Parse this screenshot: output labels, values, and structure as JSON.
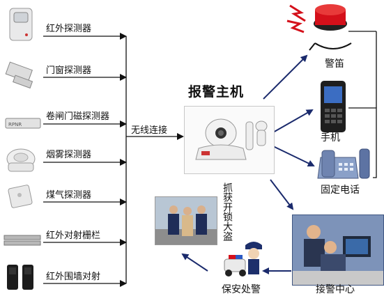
{
  "sensors": [
    {
      "label": "红外探测器",
      "icon": "pir-sensor-icon"
    },
    {
      "label": "门窗探测器",
      "icon": "door-sensor-icon"
    },
    {
      "label": "卷闸门磁探测器",
      "icon": "roller-door-sensor-icon"
    },
    {
      "label": "烟雾探测器",
      "icon": "smoke-detector-icon"
    },
    {
      "label": "煤气探测器",
      "icon": "gas-detector-icon"
    },
    {
      "label": "红外对射栅栏",
      "icon": "infrared-fence-icon"
    },
    {
      "label": "红外围墙对射",
      "icon": "infrared-wall-beam-icon"
    }
  ],
  "link_label": "无线连接",
  "host": {
    "title": "报警主机",
    "icon": "alarm-host-camera-icon"
  },
  "outputs": {
    "siren": "警笛",
    "phone": "手机",
    "landline": "固定电话",
    "center": "接警中心",
    "security": "保安处警",
    "catch": "抓获开锁大盗"
  },
  "colors": {
    "line": "#111111",
    "arrow_blue": "#1a2a6c",
    "red": "#d4101a"
  }
}
